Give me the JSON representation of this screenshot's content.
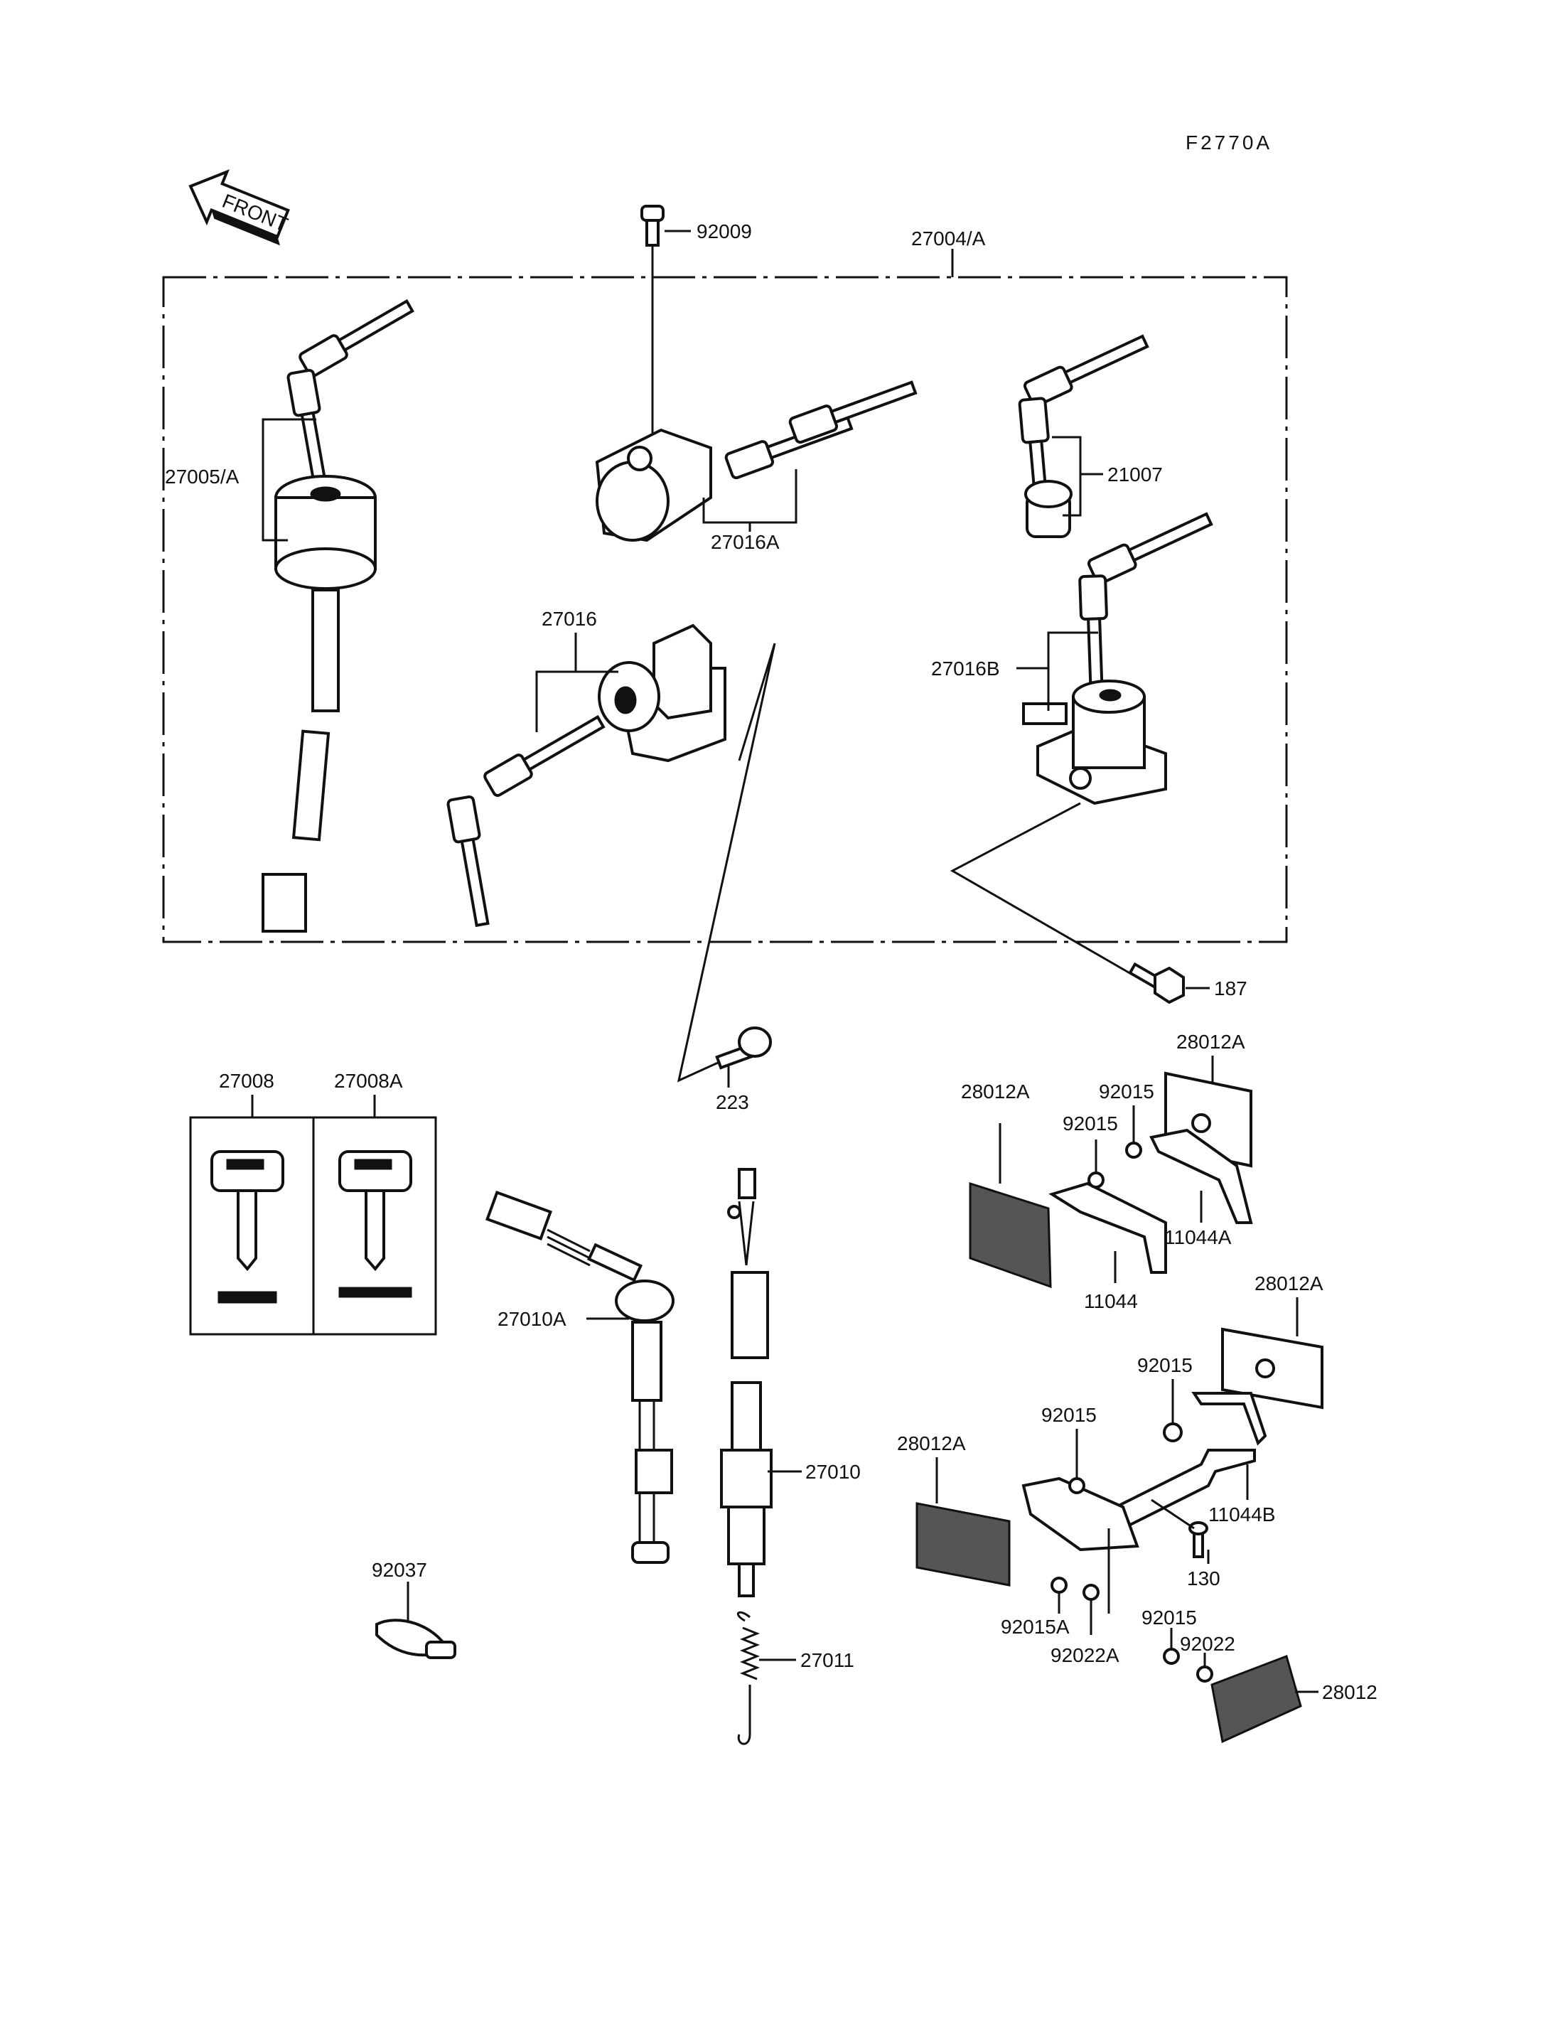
{
  "diagram_code": "F2770A",
  "front_arrow_label": "FRONT",
  "labels": {
    "p92009": "92009",
    "p27004A": "27004/A",
    "p27005A": "27005/A",
    "p27016A": "27016A",
    "p21007": "21007",
    "p27016": "27016",
    "p27016B": "27016B",
    "p187": "187",
    "p223": "223",
    "p27008": "27008",
    "p27008A": "27008A",
    "p27010A": "27010A",
    "p27010": "27010",
    "p27011": "27011",
    "p92037": "92037",
    "p28012A_1": "28012A",
    "p92015_1": "92015",
    "p28012A_2": "28012A",
    "p92015_2": "92015",
    "p11044A": "11044A",
    "p11044": "11044",
    "p28012A_3": "28012A",
    "p92015_3": "92015",
    "p92015_4": "92015",
    "p28012A_4": "28012A",
    "p11044B": "11044B",
    "p130": "130",
    "p92015A": "92015A",
    "p92022A": "92022A",
    "p92015_5": "92015",
    "p92022": "92022",
    "p28012": "28012"
  }
}
